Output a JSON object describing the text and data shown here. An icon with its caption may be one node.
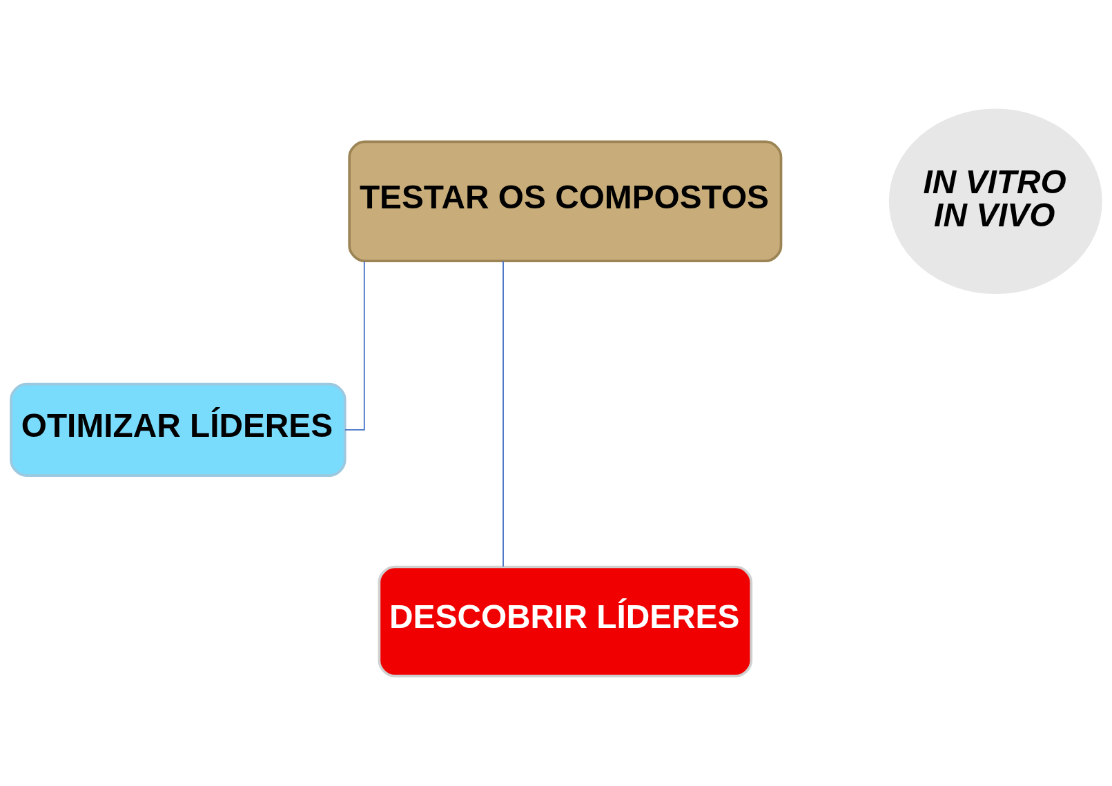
{
  "diagram": {
    "nodes": [
      {
        "text": [
          "TESTAR OS COMPOSTOS"
        ]
      },
      {
        "text": [
          "IN VITRO",
          "IN VIVO"
        ]
      },
      {
        "text": [
          "OTIMIZAR LÍDERES"
        ]
      },
      {
        "text": [
          "DESCOBRIR LÍDERES"
        ]
      }
    ],
    "edges": [
      {
        "from": 0,
        "to": 3,
        "arrow": "none"
      },
      {
        "from": 0,
        "to": 2,
        "arrow": "none"
      }
    ]
  }
}
